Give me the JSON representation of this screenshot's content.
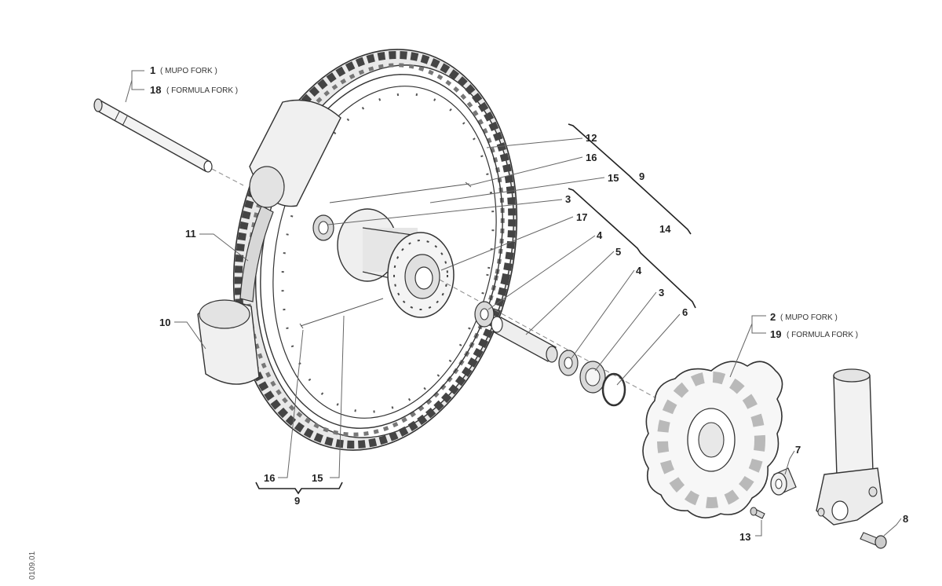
{
  "diagram": {
    "drawing_code": "0109.01",
    "callouts": {
      "c1": {
        "number": "1",
        "note": "( MUPO FORK )"
      },
      "c18": {
        "number": "18",
        "note": "( FORMULA FORK )"
      },
      "c2": {
        "number": "2",
        "note": "( MUPO FORK )"
      },
      "c19": {
        "number": "19",
        "note": "( FORMULA FORK )"
      },
      "c3a": {
        "number": "3"
      },
      "c3b": {
        "number": "3"
      },
      "c4a": {
        "number": "4"
      },
      "c4b": {
        "number": "4"
      },
      "c5": {
        "number": "5"
      },
      "c6": {
        "number": "6"
      },
      "c7": {
        "number": "7"
      },
      "c8": {
        "number": "8"
      },
      "c9a": {
        "number": "9"
      },
      "c9b": {
        "number": "9"
      },
      "c10": {
        "number": "10"
      },
      "c11": {
        "number": "11"
      },
      "c12": {
        "number": "12"
      },
      "c13": {
        "number": "13"
      },
      "c14": {
        "number": "14"
      },
      "c15a": {
        "number": "15"
      },
      "c15b": {
        "number": "15"
      },
      "c16a": {
        "number": "16"
      },
      "c16b": {
        "number": "16"
      },
      "c17": {
        "number": "17"
      }
    }
  }
}
